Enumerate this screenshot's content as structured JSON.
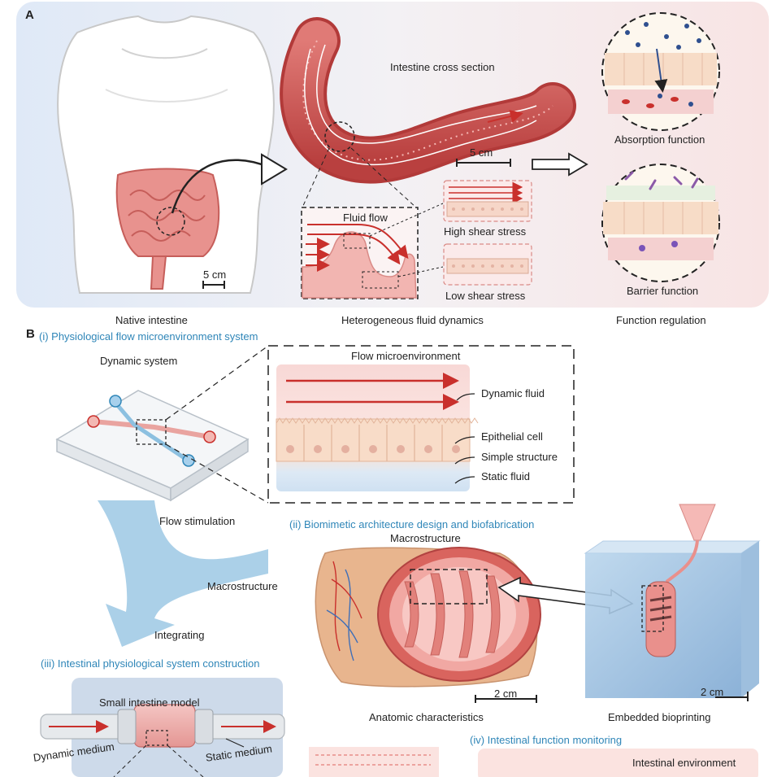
{
  "panel_a": {
    "letter": "A",
    "intestine_cross_section": "Intestine cross section",
    "scale_cross_section": "5 cm",
    "scale_body": "5 cm",
    "fluid_flow": "Fluid flow",
    "high_shear": "High shear stress",
    "low_shear": "Low shear stress",
    "absorption": "Absorption function",
    "barrier": "Barrier function",
    "caption_native": "Native intestine",
    "caption_dynamics": "Heterogeneous fluid dynamics",
    "caption_function": "Function regulation"
  },
  "panel_b": {
    "letter": "B",
    "section_i": "(i) Physiological flow microenvironment system",
    "dynamic_system": "Dynamic system",
    "flow_micro": "Flow microenvironment",
    "dynamic_fluid": "Dynamic fluid",
    "epithelial": "Epithelial cell",
    "simple_structure": "Simple structure",
    "static_fluid": "Static fluid",
    "flow_stimulation": "Flow stimulation",
    "section_ii": "(ii) Biomimetic architecture design and biofabrication",
    "macrostructure_top": "Macrostructure",
    "macrostructure_arrow": "Macrostructure",
    "integrating": "Integrating",
    "section_iii": "(iii) Intestinal physiological system construction",
    "small_intestine_model": "Small intestine model",
    "dynamic_medium": "Dynamic medium",
    "static_medium": "Static medium",
    "anatomic": "Anatomic characteristics",
    "embedded": "Embedded bioprinting",
    "scale_anatomic": "2 cm",
    "scale_print": "2 cm",
    "section_iv": "(iv) Intestinal function monitoring",
    "intestinal_env": "Intestinal environment"
  }
}
